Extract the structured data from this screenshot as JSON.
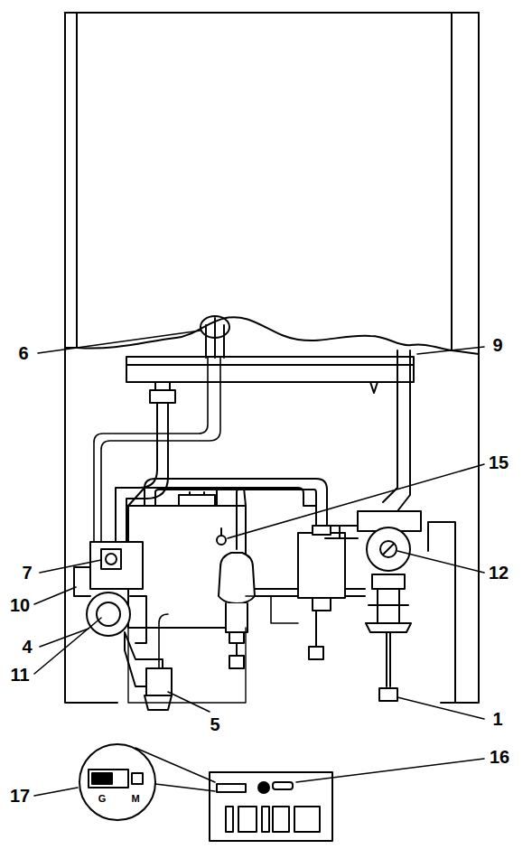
{
  "diagram": {
    "labels": [
      "6",
      "9",
      "15",
      "7",
      "10",
      "12",
      "4",
      "11",
      "5",
      "1",
      "16",
      "17",
      "G",
      "M"
    ]
  }
}
